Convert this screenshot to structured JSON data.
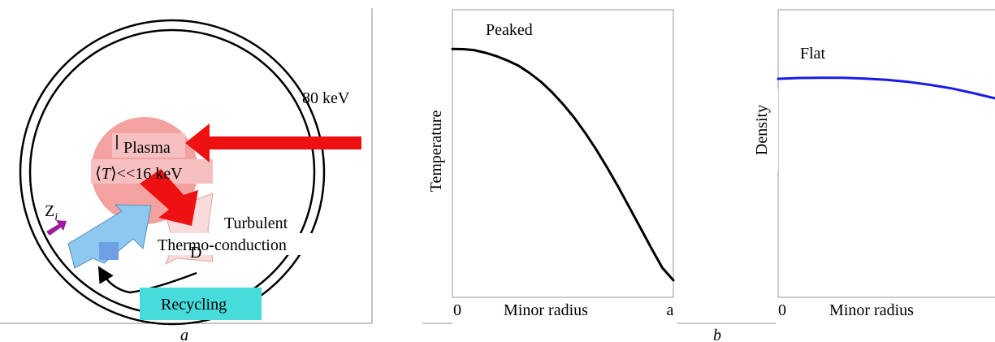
{
  "panel_a": {
    "caption": "a",
    "beam_label": "80 keV",
    "plasma_label": "Plasma",
    "temp_label_lhs": "⟨",
    "temp_label_T": "T",
    "temp_label_rhs": "⟩<<16 keV",
    "turbulent_label": "Turbulent",
    "thermo_label": "Thermo-conduction",
    "zi_label": "Z",
    "zi_sub": "i",
    "d_label": "D",
    "recycling_label": "Recycling",
    "colors": {
      "plasma": "#f4a1a1",
      "beam": "#ee1111",
      "blue_arrow": "#8cc8f0",
      "pink_arrow": "#fadbdb",
      "zi_arrow": "#9b1b9b",
      "recycling_box": "#46dcdc"
    }
  },
  "panel_b": {
    "caption": "b"
  },
  "chart_data": [
    {
      "type": "line",
      "title": "Peaked",
      "xlabel": "Minor radius",
      "ylabel": "Temperature",
      "x_tick_labels": [
        "0",
        "a"
      ],
      "xlim": [
        0,
        1
      ],
      "ylim": [
        0,
        1
      ],
      "series": [
        {
          "color": "#000000",
          "x": [
            0,
            0.05,
            0.1,
            0.15,
            0.2,
            0.25,
            0.3,
            0.35,
            0.4,
            0.45,
            0.5,
            0.55,
            0.6,
            0.65,
            0.7,
            0.75,
            0.8,
            0.85,
            0.9,
            0.95,
            1.0
          ],
          "y": [
            0.89,
            0.889,
            0.885,
            0.875,
            0.862,
            0.845,
            0.825,
            0.797,
            0.764,
            0.724,
            0.678,
            0.627,
            0.568,
            0.504,
            0.434,
            0.36,
            0.282,
            0.203,
            0.124,
            0.048,
            0.0
          ]
        }
      ]
    },
    {
      "type": "line",
      "title": "Flat",
      "xlabel": "Minor radius",
      "ylabel": "Density",
      "x_tick_labels": [
        "0"
      ],
      "xlim": [
        0,
        1
      ],
      "ylim": [
        0,
        1
      ],
      "series": [
        {
          "color": "#1a1ae6",
          "x": [
            0,
            0.1,
            0.2,
            0.3,
            0.4,
            0.5,
            0.6,
            0.7,
            0.8,
            0.9,
            1.0
          ],
          "y": [
            0.775,
            0.778,
            0.779,
            0.779,
            0.776,
            0.771,
            0.763,
            0.752,
            0.738,
            0.72,
            0.7
          ]
        }
      ]
    }
  ]
}
